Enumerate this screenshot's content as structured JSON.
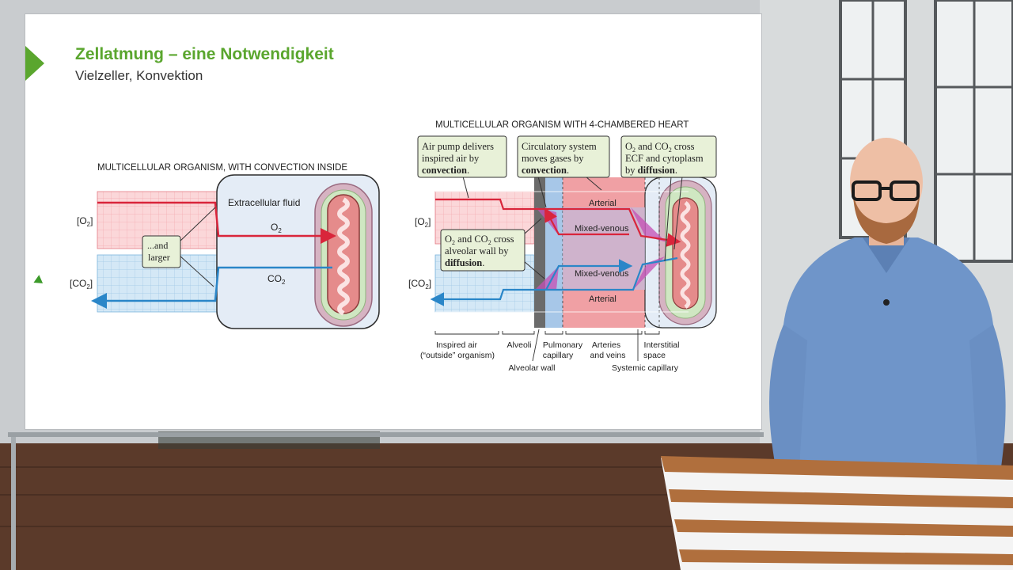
{
  "slide": {
    "title": "Zellatmung – eine Notwendigkeit",
    "subtitle": "Vielzeller, Konvektion"
  },
  "left_diagram": {
    "heading": "MULTICELLULAR ORGANISM, WITH CONVECTION INSIDE",
    "o2_axis": "[O",
    "o2_axis_sub": "2",
    "o2_axis_end": "]",
    "co2_axis": "[CO",
    "co2_axis_sub": "2",
    "co2_axis_end": "]",
    "ecf_label": "Extracellular fluid",
    "o2_label": "O",
    "o2_sub": "2",
    "co2_label": "CO",
    "co2_sub": "2",
    "callout_line1": "...and",
    "callout_line2": "larger"
  },
  "right_diagram": {
    "heading": "MULTICELLULAR ORGANISM WITH 4-CHAMBERED HEART",
    "callout_pump_1": "Air pump delivers",
    "callout_pump_2": "inspired air by",
    "callout_pump_3": "convection",
    "callout_circ_1": "Circulatory system",
    "callout_circ_2": "moves gases by",
    "callout_circ_3": "convection",
    "callout_ecf_1a": "O",
    "callout_ecf_1b": " and CO",
    "callout_ecf_1c": " cross",
    "callout_ecf_2": "ECF and cytoplasm",
    "callout_ecf_3a": "by ",
    "callout_ecf_3b": "diffusion",
    "callout_alv_1a": "O",
    "callout_alv_1b": " and CO",
    "callout_alv_1c": " cross",
    "callout_alv_2": "alveolar wall by",
    "callout_alv_3": "diffusion",
    "sub2": "2",
    "period": ".",
    "arterial": "Arterial",
    "mixed_venous": "Mixed-venous",
    "o2_axis": "[O",
    "co2_axis": "[CO",
    "axis_end": "]",
    "bottom_inspired_1": "Inspired air",
    "bottom_inspired_2": "(“outside” organism)",
    "bottom_alveoli": "Alveoli",
    "bottom_pulm_1": "Pulmonary",
    "bottom_pulm_2": "capillary",
    "bottom_arteries_1": "Arteries",
    "bottom_arteries_2": "and veins",
    "bottom_interstitial_1": "Interstitial",
    "bottom_interstitial_2": "space",
    "bottom_alveolar_wall": "Alveolar wall",
    "bottom_systemic": "Systemic capillary"
  },
  "colors": {
    "accent_green": "#5aa62e",
    "o2_red": "#d9253b",
    "co2_blue": "#2a86c8",
    "callout_green": "#e8f1d8"
  }
}
